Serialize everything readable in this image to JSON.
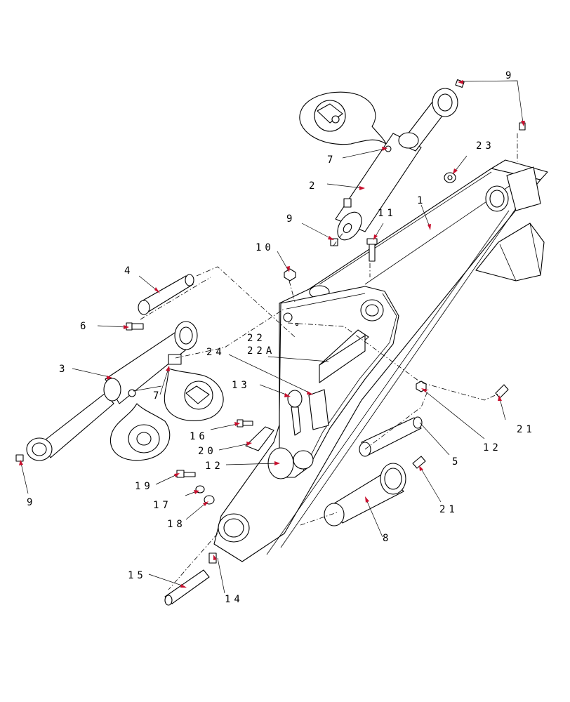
{
  "callouts": {
    "c1": "1",
    "c2": "2",
    "c3": "3",
    "c4": "4",
    "c5": "5",
    "c6": "6",
    "c7a": "7",
    "c7b": "7",
    "c8": "8",
    "c9a": "9",
    "c9b": "9",
    "c9c": "9",
    "c10": "10",
    "c11": "11",
    "c12a": "12",
    "c12b": "12",
    "c13": "13",
    "c14": "14",
    "c15": "15",
    "c16": "16",
    "c17": "17",
    "c18": "18",
    "c19": "19",
    "c20": "20",
    "c21a": "21",
    "c21b": "21",
    "c22": "22",
    "c22a": "22A",
    "c23": "23",
    "c24": "24"
  },
  "colors": {
    "line": "#000000",
    "arrowhead": "#c8102e",
    "background": "#ffffff"
  }
}
